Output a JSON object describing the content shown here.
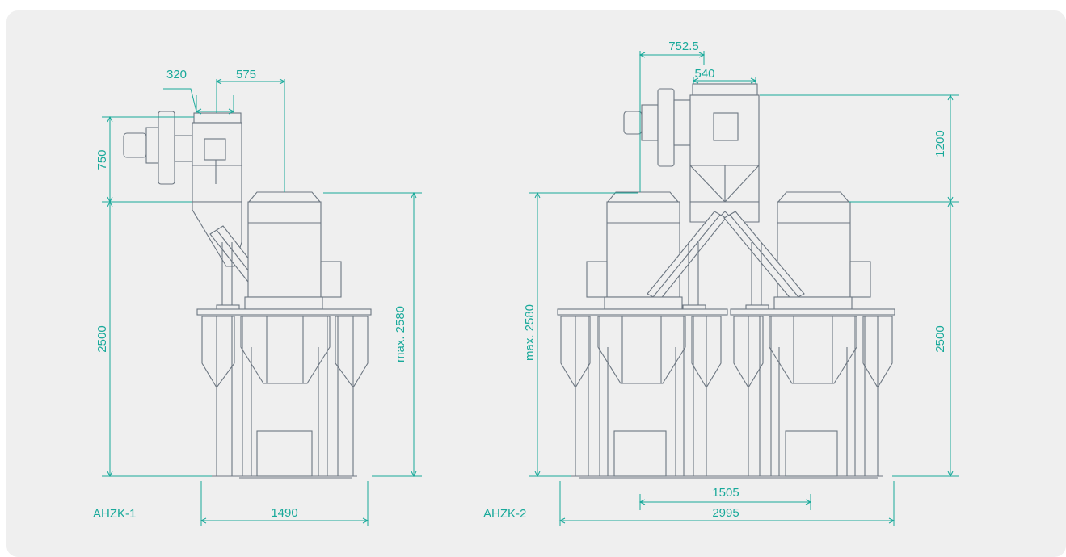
{
  "colors": {
    "panel": "#efefef",
    "machine_line": "#6c7681",
    "dimension": "#18a99a"
  },
  "models": [
    {
      "label": "AHZK-1",
      "dimensions": {
        "top_left": "320",
        "top_right": "575",
        "cyclone_height": "750",
        "base_height": "2500",
        "max_height": "max. 2580",
        "width": "1490"
      }
    },
    {
      "label": "AHZK-2",
      "dimensions": {
        "top_offset": "752.5",
        "top_width": "540",
        "cyclone_height": "1200",
        "base_height": "2500",
        "max_height": "max. 2580",
        "inner_width": "1505",
        "width": "2995"
      }
    }
  ]
}
